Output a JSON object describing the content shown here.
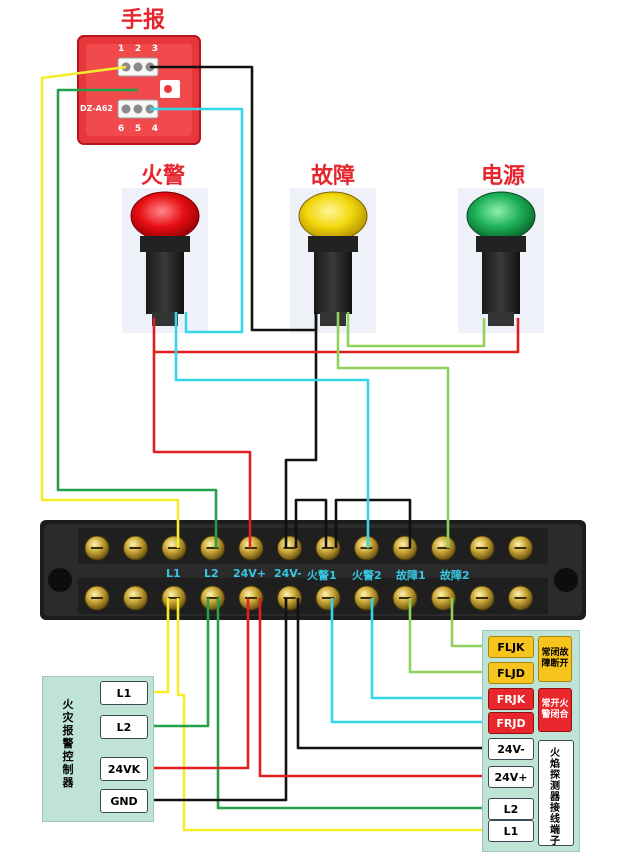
{
  "titles": {
    "manual_call_point": "手报",
    "fire_lamp": "火警",
    "fault_lamp": "故障",
    "power_lamp": "电源"
  },
  "call_point": {
    "model": "DZ-A62",
    "terminals_top": [
      "1",
      "2",
      "3"
    ],
    "terminals_bottom": [
      "6",
      "5",
      "4"
    ]
  },
  "terminal_block": {
    "labels": [
      "L1",
      "L2",
      "24V+",
      "24V-",
      "火警1",
      "火警2",
      "故障1",
      "故障2"
    ]
  },
  "controller": {
    "title": "火灾报警控制器",
    "terminals": [
      "L1",
      "L2",
      "24VK",
      "GND"
    ]
  },
  "detector": {
    "terminals": [
      "FLJK",
      "FLJD",
      "FRJK",
      "FRJD",
      "24V-",
      "24V+",
      "L2",
      "L1"
    ],
    "note_fault": "常闭故障断开",
    "note_fire": "常开火警闭合",
    "title": "火焰探测器接线端子"
  },
  "colors": {
    "red_wire": "#e02020",
    "black_wire": "#111111",
    "cyan_wire": "#35d6ea",
    "green_wire": "#23a04a",
    "yellow_wire": "#f5ec2c",
    "light_green_wire": "#8fd15a",
    "panel_bg": "#bfe4d5",
    "detector_red": "#e8262b",
    "detector_yellow": "#f7c31d"
  }
}
